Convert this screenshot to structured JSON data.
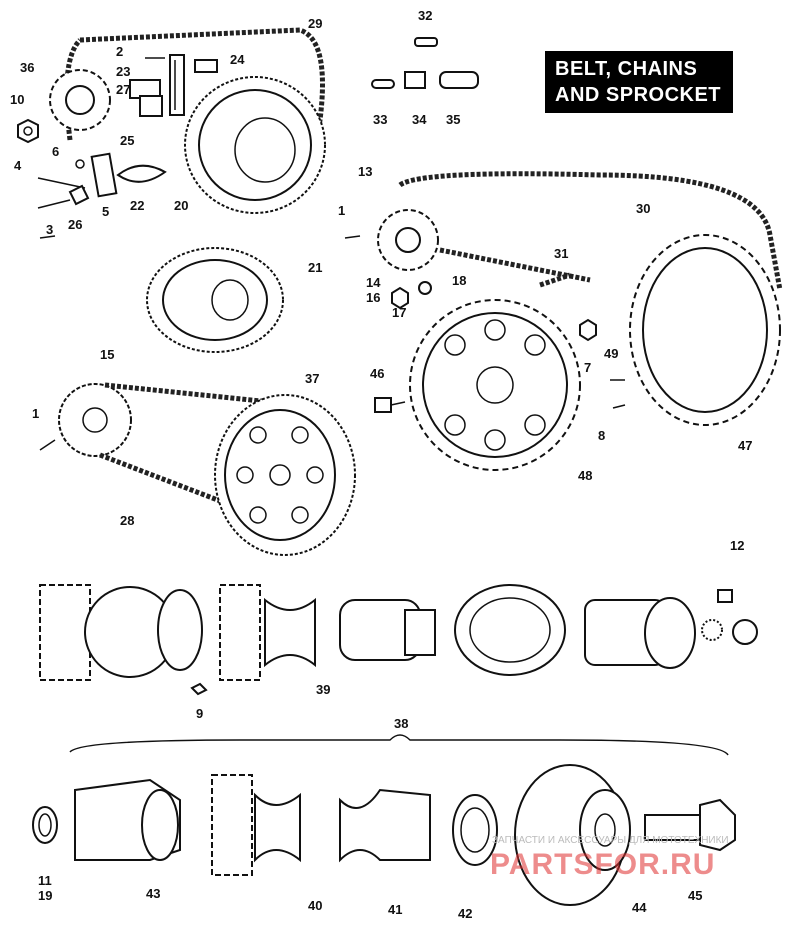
{
  "title": {
    "line1": "BELT, CHAINS",
    "line2": "AND SPROCKET"
  },
  "watermark": {
    "text": "ЗАПЧАСТИ И АКСЕССУАРЫ ДЛЯ МОТОТЕХНИКИ",
    "logo": "PARTSFOR.RU"
  },
  "callouts": {
    "c1a": "1",
    "c1b": "1",
    "c2": "2",
    "c3": "3",
    "c4": "4",
    "c5": "5",
    "c6": "6",
    "c7": "7",
    "c8": "8",
    "c9": "9",
    "c10": "10",
    "c11": "11",
    "c12": "12",
    "c13": "13",
    "c14": "14",
    "c15": "15",
    "c16": "16",
    "c17": "17",
    "c18": "18",
    "c19": "19",
    "c20": "20",
    "c21": "21",
    "c22": "22",
    "c23": "23",
    "c24": "24",
    "c25": "25",
    "c26": "26",
    "c27": "27",
    "c28": "28",
    "c29": "29",
    "c30": "30",
    "c31": "31",
    "c32": "32",
    "c33": "33",
    "c34": "34",
    "c35": "35",
    "c36": "36",
    "c37": "37",
    "c38": "38",
    "c39": "39",
    "c40": "40",
    "c41": "41",
    "c42": "42",
    "c43": "43",
    "c44": "44",
    "c45": "45",
    "c46": "46",
    "c47": "47",
    "c48": "48",
    "c49": "49"
  }
}
